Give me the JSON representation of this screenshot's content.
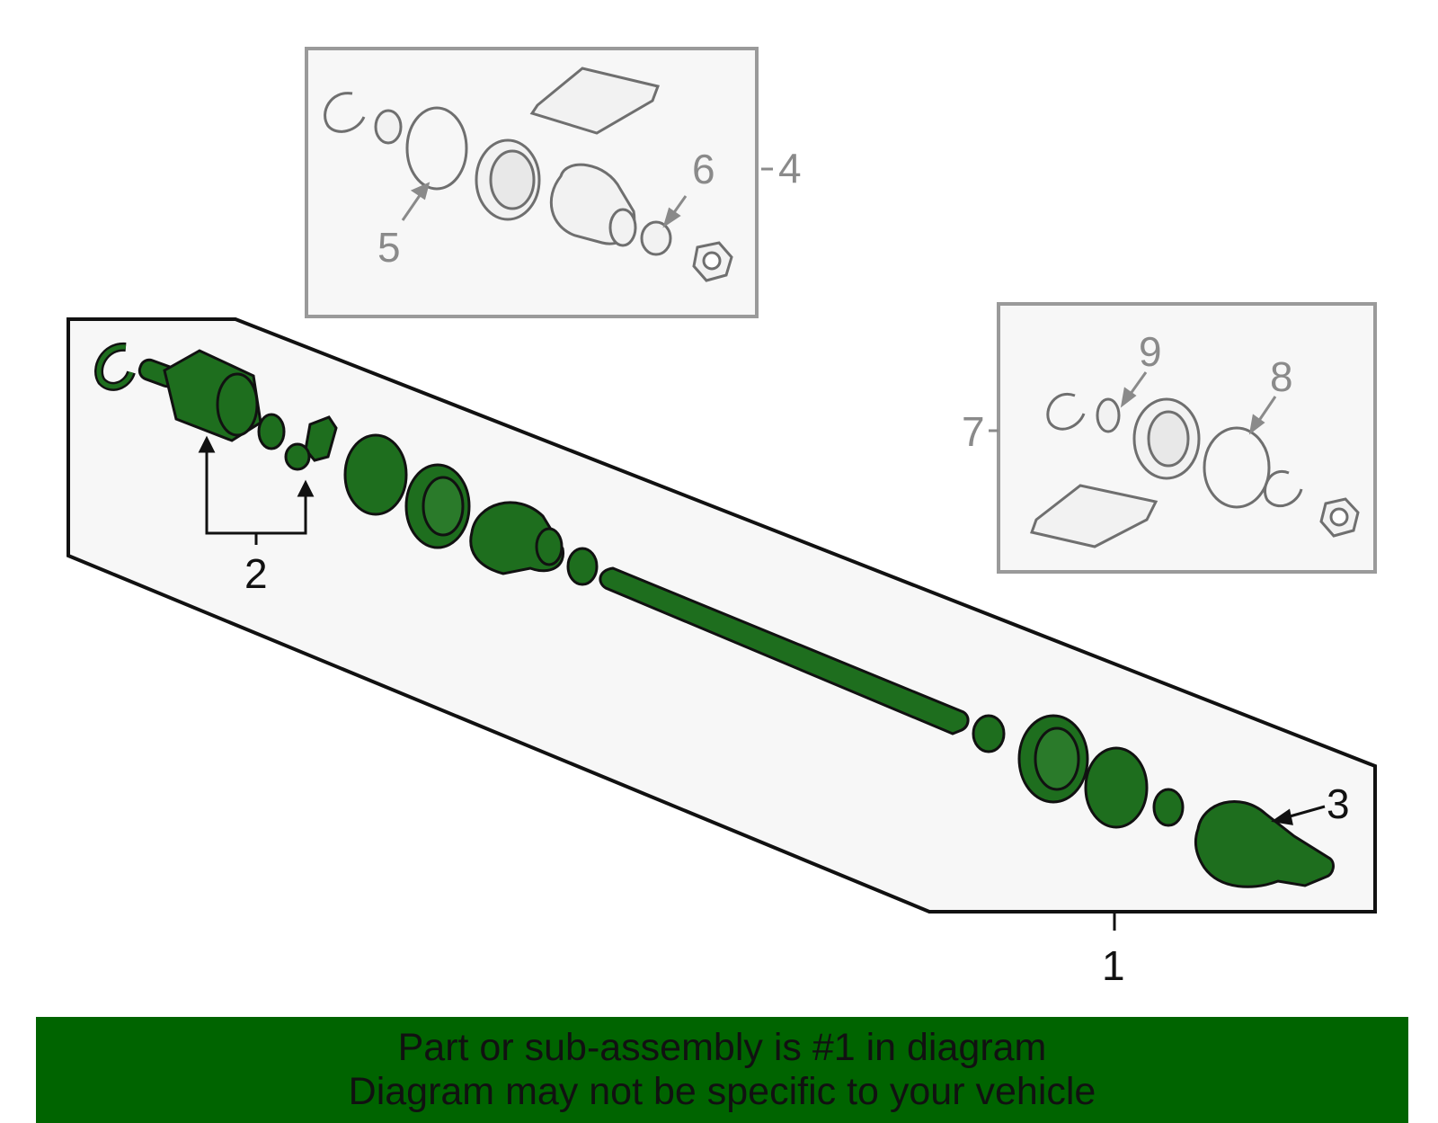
{
  "callouts": {
    "c1": "1",
    "c2": "2",
    "c3": "3",
    "c4": "4",
    "c5": "5",
    "c6": "6",
    "c7": "7",
    "c8": "8",
    "c9": "9"
  },
  "notice": {
    "line1": "Part or sub-assembly is #1 in diagram",
    "line2": "Diagram may not be specific to your vehicle"
  },
  "colors": {
    "highlight_part": "#1e6e1e",
    "footer_bg": "#006400",
    "subassembly_gray": "#8a8a8a"
  }
}
